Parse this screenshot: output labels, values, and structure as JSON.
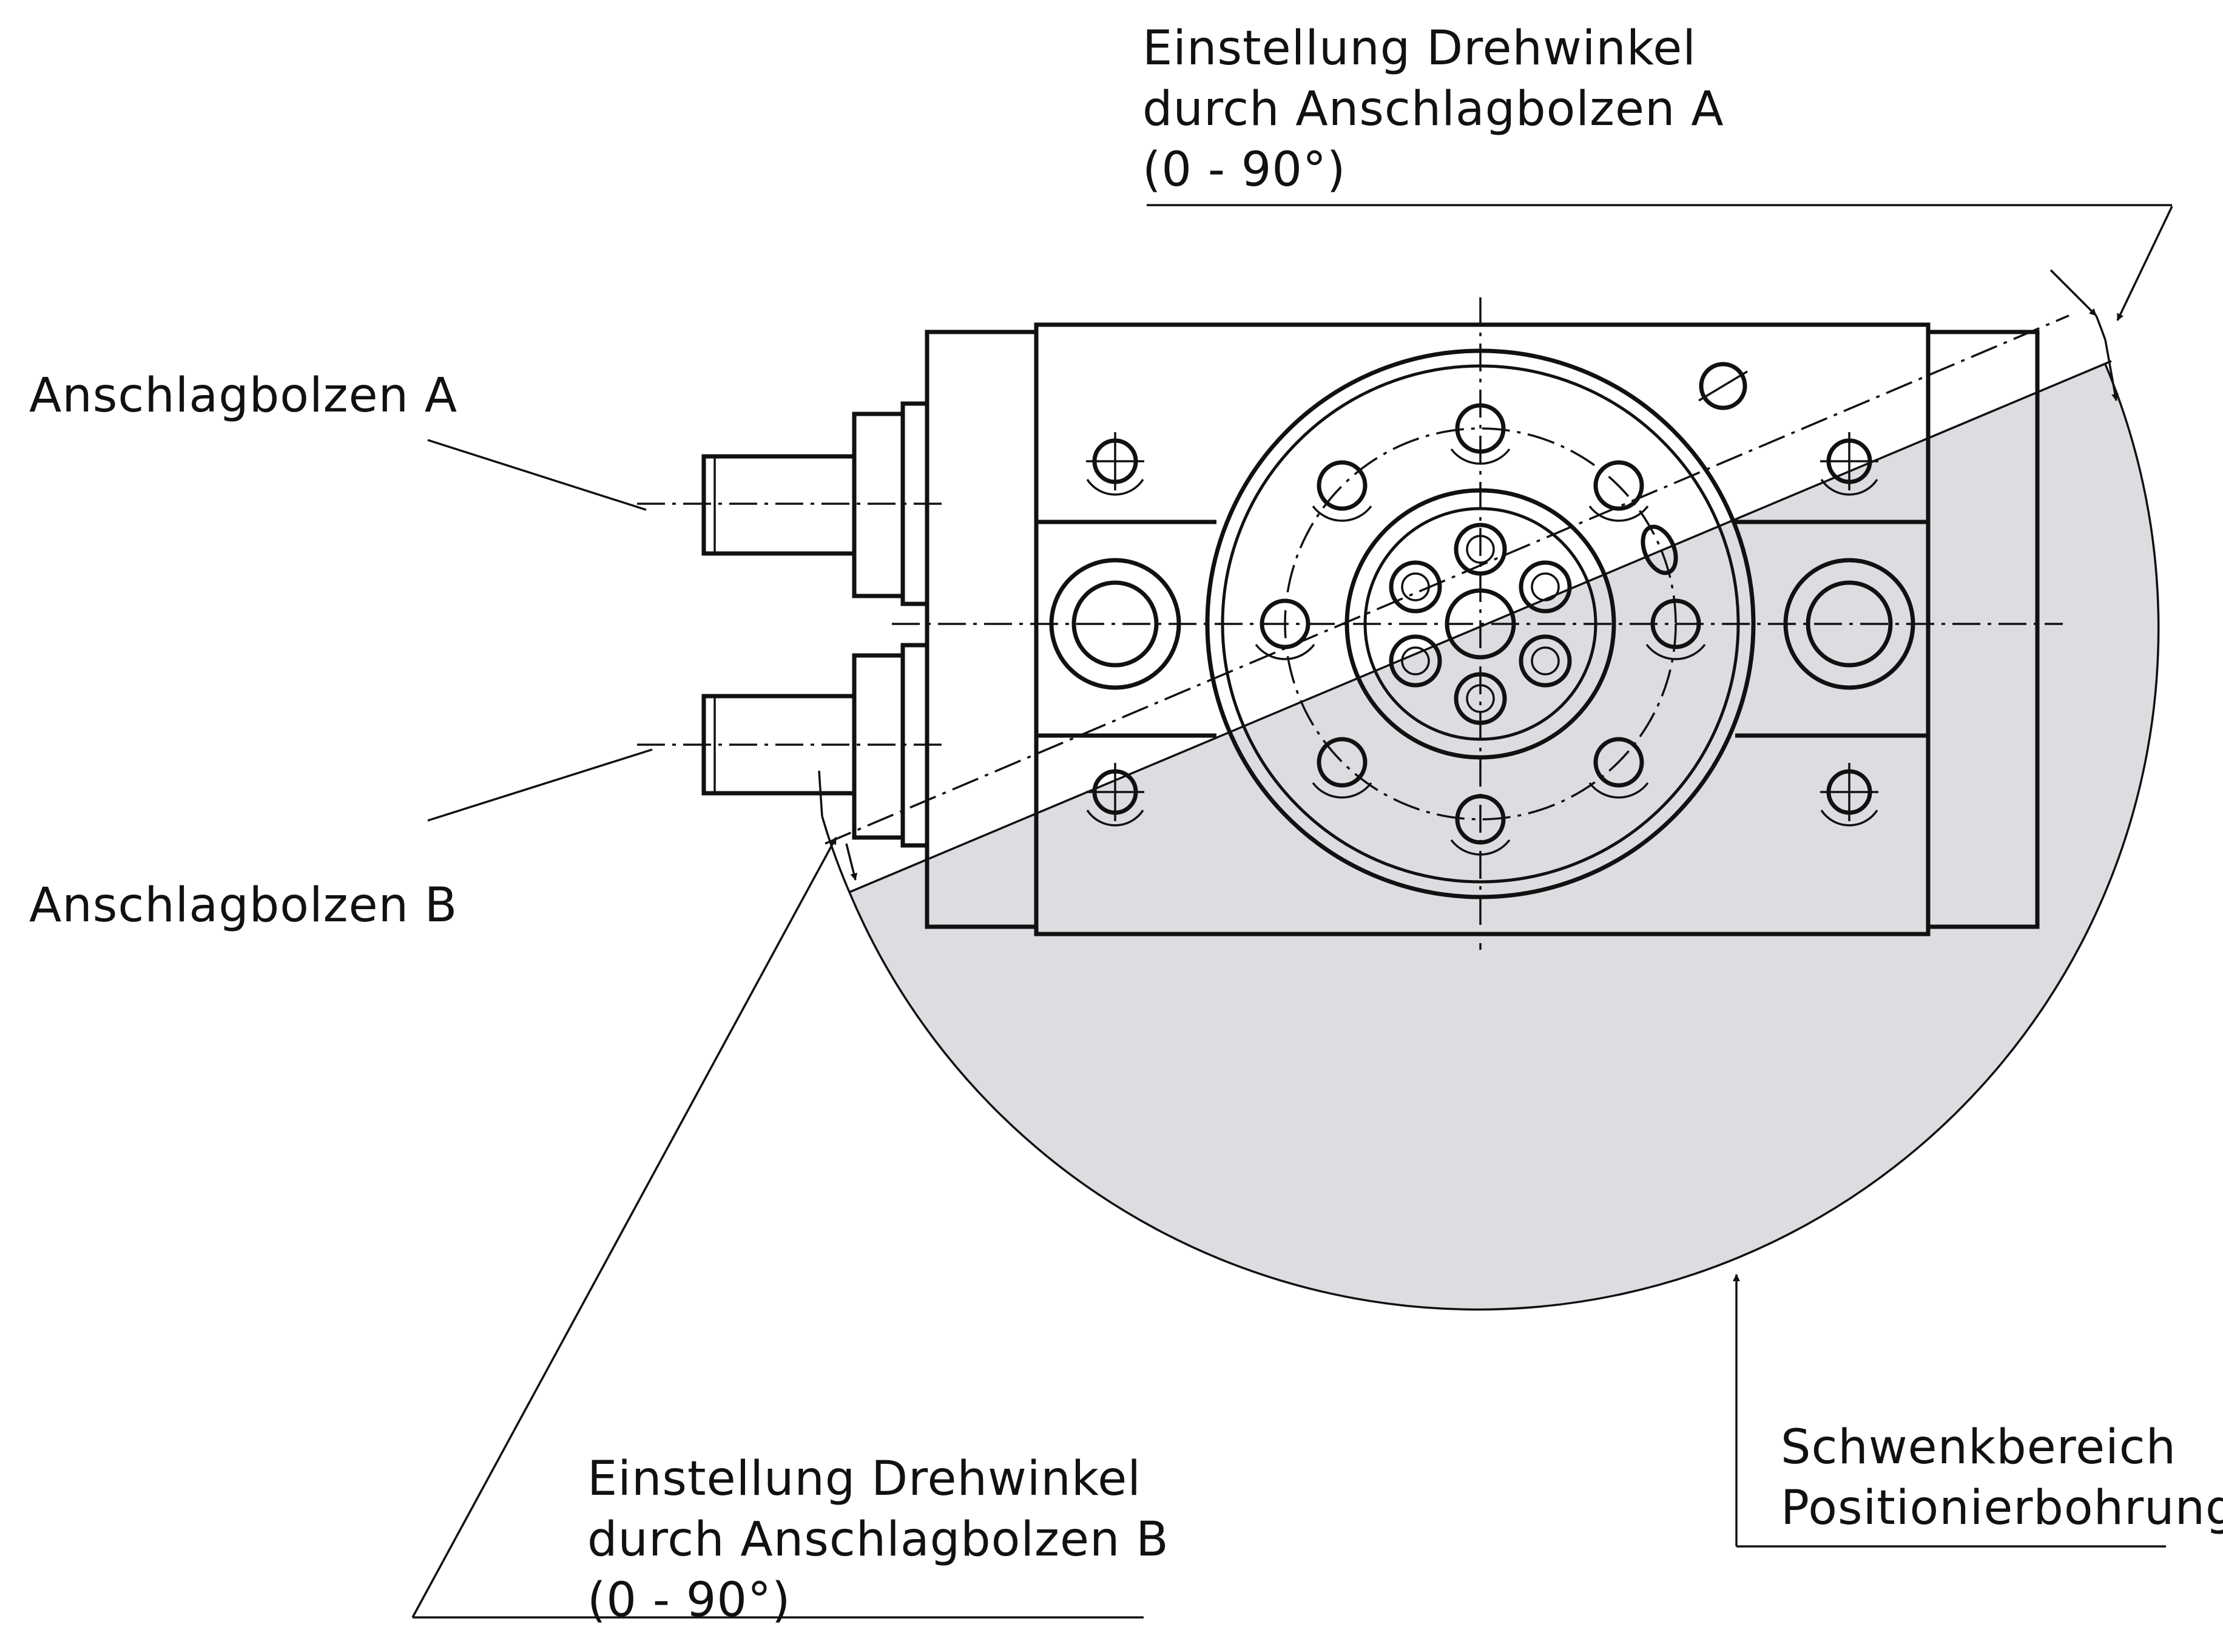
{
  "labels": {
    "bolt_a": "Anschlagbolzen A",
    "bolt_b": "Anschlagbolzen B",
    "angle_a": {
      "line1": "Einstellung Drehwinkel",
      "line2": "durch Anschlagbolzen A",
      "line3": "(0 - 90°)"
    },
    "angle_b": {
      "line1": "Einstellung Drehwinkel",
      "line2": "durch Anschlagbolzen B",
      "line3": "(0 - 90°)"
    },
    "swing": {
      "line1": "Schwenkbereich",
      "line2": "Positionierbohrung"
    }
  },
  "colors": {
    "line": "#111111",
    "swing_area": "#dcdde0",
    "background": "#ffffff"
  }
}
